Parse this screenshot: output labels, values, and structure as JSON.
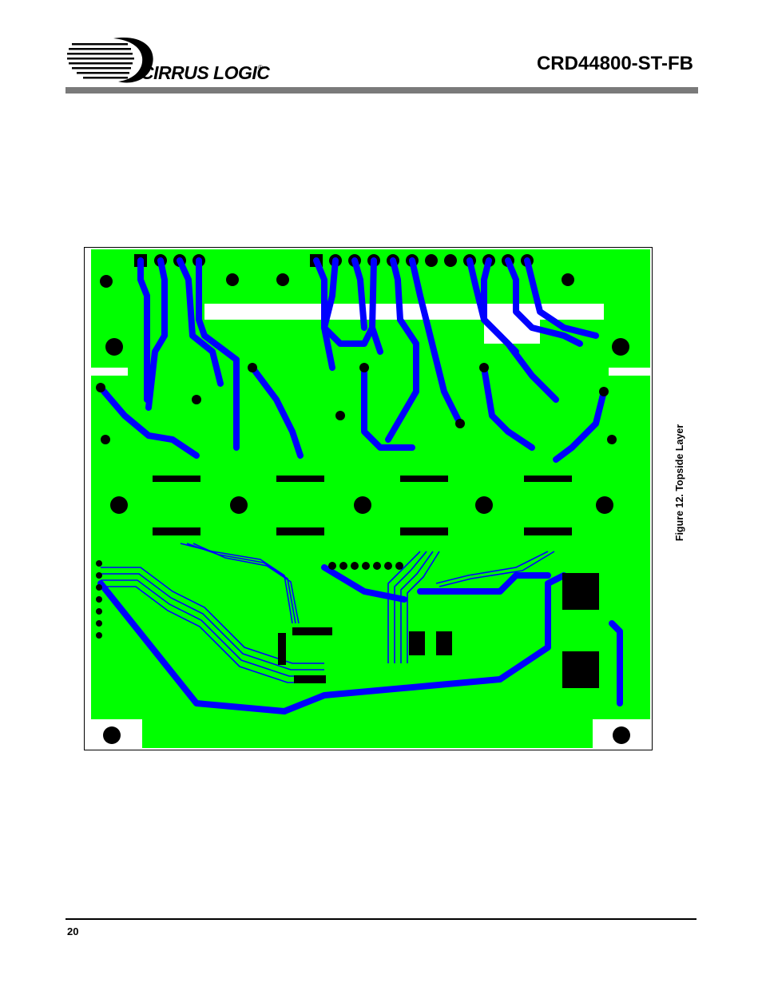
{
  "header": {
    "logo_text": "CIRRUS LOGIC",
    "logo_mark": "®",
    "document_id": "CRD44800-ST-FB"
  },
  "figure": {
    "caption": "Figure 12.  Topside Layer",
    "colors": {
      "copper_pour": "#00ff00",
      "traces": "#0000ff",
      "pads": "#000000",
      "board_cutouts": "#ffffff"
    }
  },
  "footer": {
    "page_number": "20"
  }
}
